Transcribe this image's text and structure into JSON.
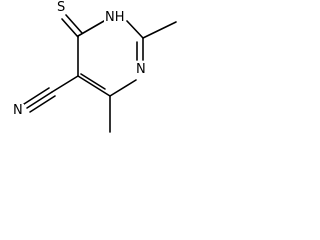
{
  "atoms": {
    "thio_s": "S",
    "ring_nh": "NH",
    "ring_n": "N",
    "nitrile_n": "N"
  },
  "colors": {
    "bond": "#000000",
    "text": "#000000",
    "background": "#ffffff"
  }
}
